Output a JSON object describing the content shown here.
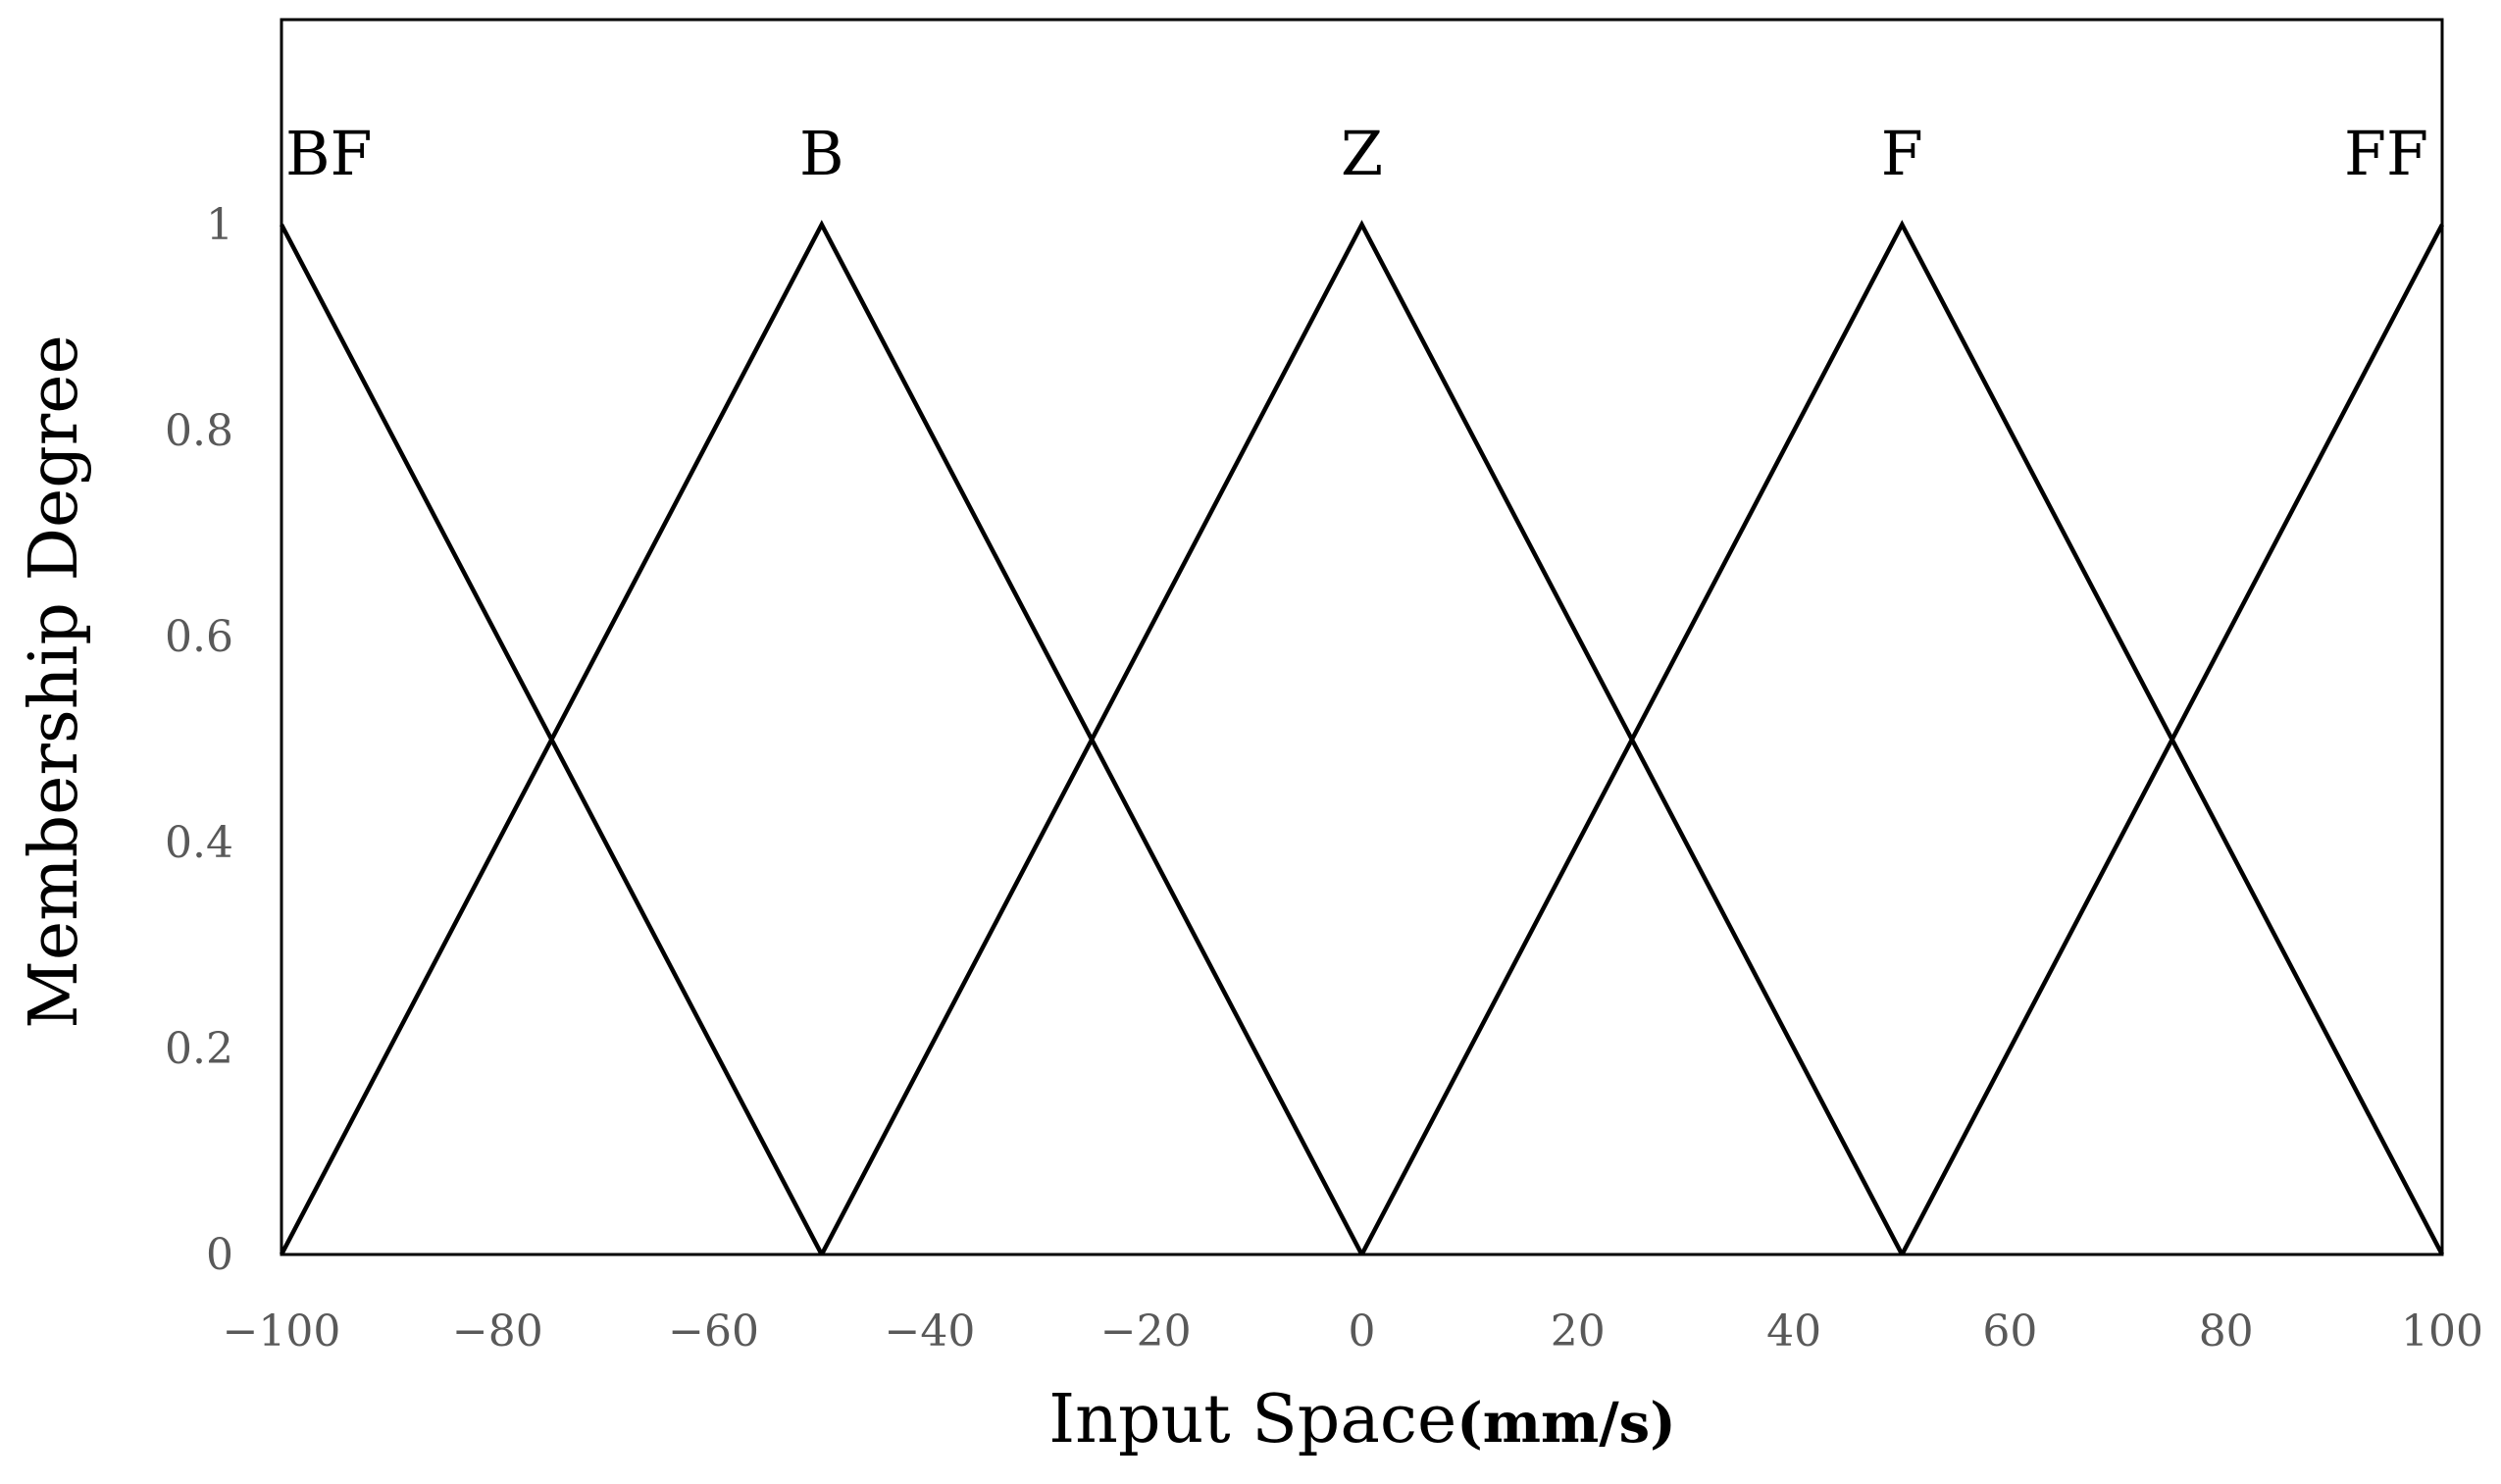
{
  "chart_data": {
    "type": "line",
    "title": "",
    "xlabel": "Input Space",
    "xlabel_unit": "(mm/s)",
    "ylabel": "Membership Degree",
    "xlim": [
      -100,
      100
    ],
    "ylim": [
      0,
      1.2
    ],
    "xticks": [
      -100,
      -80,
      -60,
      -40,
      -20,
      0,
      20,
      40,
      60,
      80,
      100
    ],
    "xtick_labels": [
      "−100",
      "−80",
      "−60",
      "−40",
      "−20",
      "0",
      "20",
      "40",
      "60",
      "80",
      "100"
    ],
    "yticks": [
      0,
      0.2,
      0.4,
      0.6,
      0.8,
      1
    ],
    "ytick_labels": [
      "0",
      "0.2",
      "0.4",
      "0.6",
      "0.8",
      "1"
    ],
    "grid": false,
    "line_color": "#000000",
    "series": [
      {
        "name": "BF",
        "x": [
          -100,
          -50
        ],
        "y": [
          1,
          0
        ]
      },
      {
        "name": "B",
        "x": [
          -100,
          -50,
          0
        ],
        "y": [
          0,
          1,
          0
        ]
      },
      {
        "name": "Z",
        "x": [
          -50,
          0,
          50
        ],
        "y": [
          0,
          1,
          0
        ]
      },
      {
        "name": "F",
        "x": [
          0,
          50,
          100
        ],
        "y": [
          0,
          1,
          0
        ]
      },
      {
        "name": "FF",
        "x": [
          50,
          100
        ],
        "y": [
          0,
          1
        ]
      }
    ]
  }
}
